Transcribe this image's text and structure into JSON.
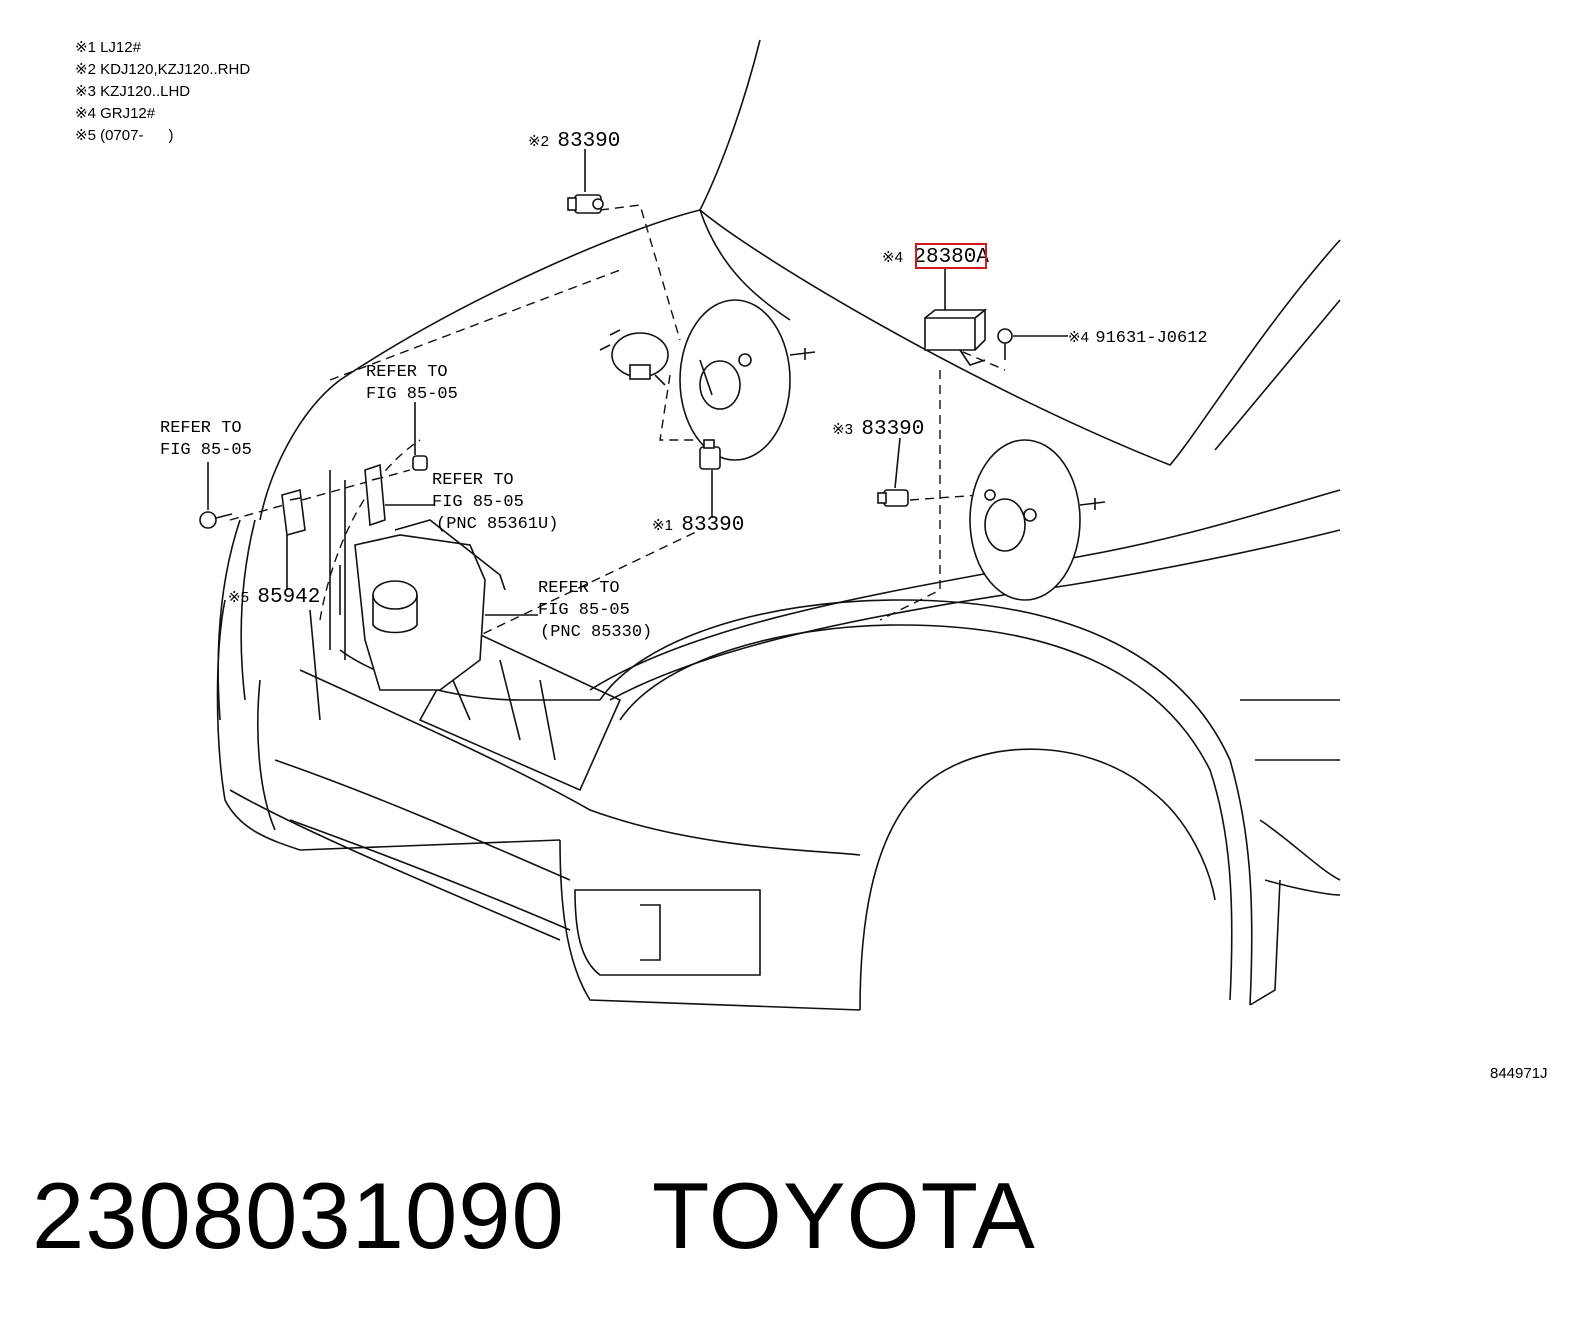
{
  "notes": [
    {
      "mark": "※1",
      "text": "LJ12#"
    },
    {
      "mark": "※2",
      "text": "KDJ120,KZJ120..RHD"
    },
    {
      "mark": "※3",
      "text": "KZJ120..LHD"
    },
    {
      "mark": "※4",
      "text": "GRJ12#"
    },
    {
      "mark": "※5",
      "text": "(0707-      )"
    }
  ],
  "callouts": {
    "p83390_top": {
      "mark": "※2",
      "pn": "83390"
    },
    "p28380A": {
      "mark": "※4",
      "pn": "28380A"
    },
    "p91631": {
      "mark": "※4",
      "pn": "91631-J0612"
    },
    "p83390_mid": {
      "mark": "※3",
      "pn": "83390"
    },
    "p83390_low": {
      "mark": "※1",
      "pn": "83390"
    },
    "p85942": {
      "mark": "※5",
      "pn": "85942"
    }
  },
  "refs": {
    "ref_a": {
      "l1": "REFER TO",
      "l2": "FIG 85-05"
    },
    "ref_b": {
      "l1": "REFER TO",
      "l2": "FIG 85-05"
    },
    "ref_c": {
      "l1": "REFER TO",
      "l2": "FIG 85-05",
      "l3": "(PNC 85361U)"
    },
    "ref_d": {
      "l1": "REFER TO",
      "l2": "FIG 85-05",
      "l3": "(PNC 85330)"
    }
  },
  "illustration_code": "844971J",
  "footer": {
    "part_number": "2308031090",
    "brand": "TOYOTA"
  },
  "colors": {
    "highlight": "#d11a1a",
    "line": "#111111"
  }
}
